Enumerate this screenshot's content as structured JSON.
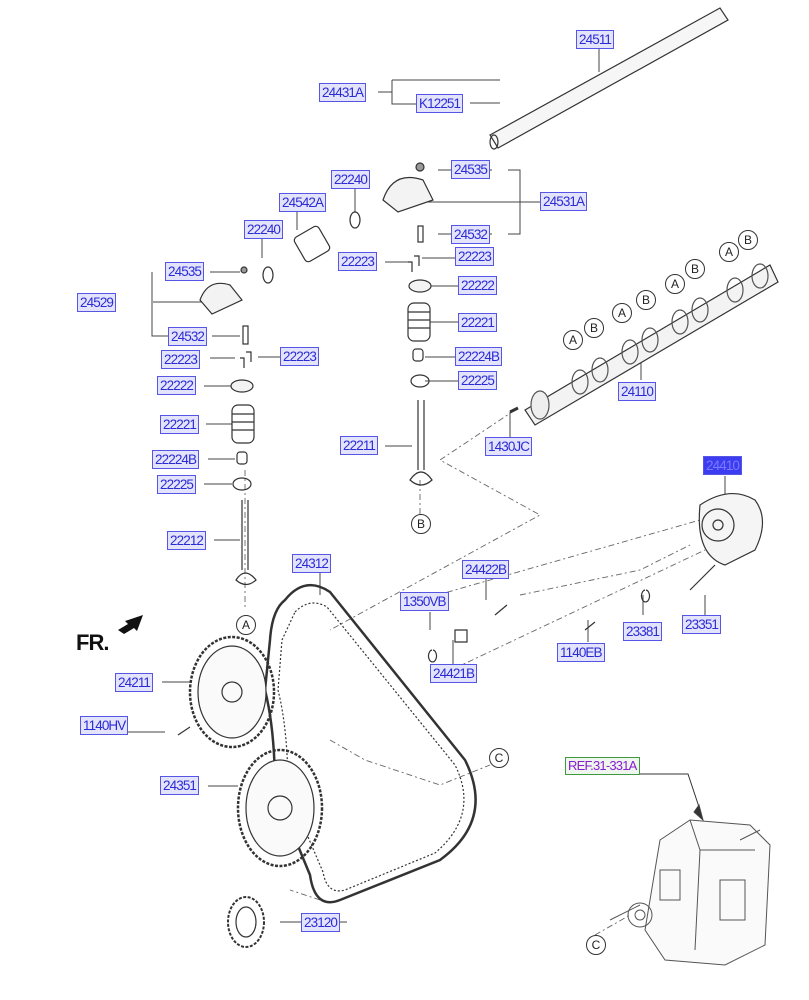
{
  "labels": {
    "p24511": "24511",
    "p24431A": "24431A",
    "pK12251": "K12251",
    "p24535_top": "24535",
    "p22240_top": "22240",
    "p24531A": "24531A",
    "p24542A": "24542A",
    "p22240_left": "22240",
    "p24532_top": "24532",
    "p22223_ml": "22223",
    "p22223_mr": "22223",
    "p24535_left": "24535",
    "p24529": "24529",
    "p22222_mid": "22222",
    "p22221_mid": "22221",
    "p24532_left": "24532",
    "p22223_ll": "22223",
    "p22223_lr": "22223",
    "p22224B_mid": "22224B",
    "p22222_left": "22222",
    "p22225_mid": "22225",
    "p24110": "24110",
    "p22221_left": "22221",
    "p22211": "22211",
    "p1430JC": "1430JC",
    "p22224B_left": "22224B",
    "p24410": "24410",
    "p22225_left": "22225",
    "p22212": "22212",
    "p24312": "24312",
    "p24422B": "24422B",
    "p1350VB": "1350VB",
    "p23351": "23351",
    "p23381": "23381",
    "p1140EB": "1140EB",
    "p24421B": "24421B",
    "p24211": "24211",
    "p1140HV": "1140HV",
    "p24351": "24351",
    "p23120": "23120"
  },
  "selected_part": "24410",
  "reference": "REF.31-331A",
  "front_marker": "FR.",
  "callouts": {
    "a": "A",
    "b": "B",
    "c": "C"
  },
  "colors": {
    "label_border": "#5656e6",
    "label_text": "#2b2bd6",
    "selected_fill": "#3c3cf0",
    "ref_text": "#8a1ccf",
    "ref_border": "#3f9a3f"
  }
}
